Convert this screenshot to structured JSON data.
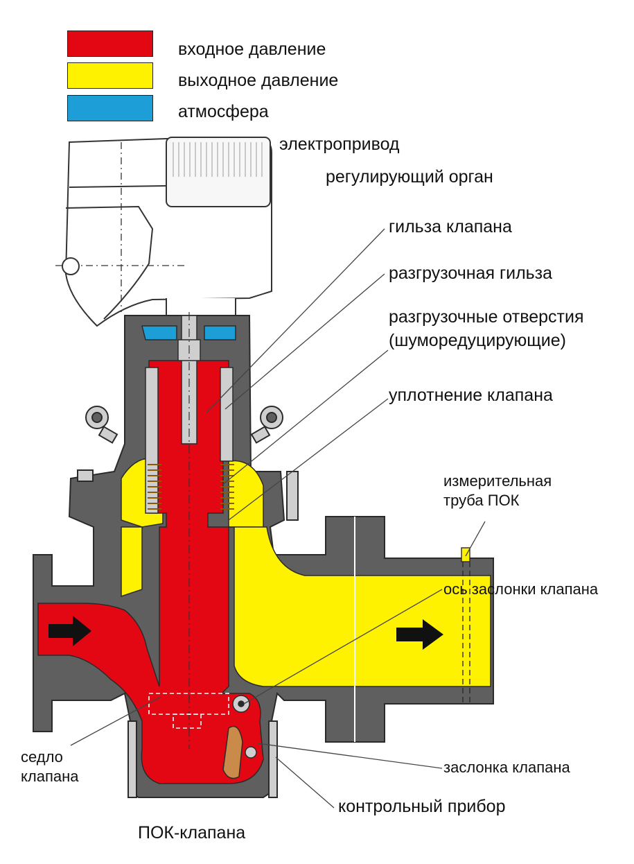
{
  "legend": [
    {
      "label": "входное давление",
      "color": "#e30613"
    },
    {
      "label": "выходное давление",
      "color": "#fff200"
    },
    {
      "label": "атмосфера",
      "color": "#1e9ed6"
    }
  ],
  "labels": {
    "actuator": "электропривод",
    "control_element": "регулирующий орган",
    "valve_sleeve": "гильза клапана",
    "relief_sleeve": "разгрузочная гильза",
    "relief_holes": "разгрузочные отверстия\n(шумоiредуцирующие)",
    "valve_seal": "уплотнение клапана",
    "measuring_tube": "измерительная\nтруба ПОК",
    "flap_axis": "ось заслонки клапана",
    "flap": "заслонка клапана",
    "control_device": "контрольный прибор",
    "valve_seat": "седло\nклапана",
    "caption": "ПОК-клапана"
  },
  "colors": {
    "body": "#5f5f5f",
    "inlet": "#e30613",
    "outlet": "#fff200",
    "atmosphere": "#1e9ed6",
    "metal_light": "#cfcfcf",
    "flap": "#c98a4a"
  }
}
